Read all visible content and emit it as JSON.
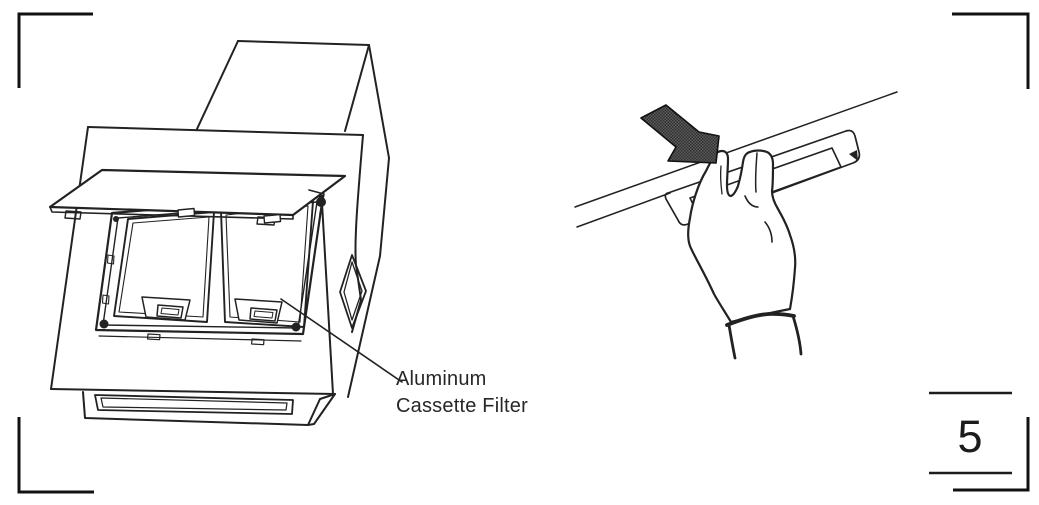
{
  "page": {
    "number": "5",
    "background": "#ffffff",
    "ink_color": "#1f1f1f"
  },
  "figures": {
    "left": {
      "description": "cooker hood with chimney duct, front panel swung open revealing two aluminum cassette filters with pull tabs",
      "label": {
        "line1": "Aluminum",
        "line2": "Cassette Filter"
      }
    },
    "right": {
      "description": "hand reaching into recessed latch on underside of hood to release the cassette filter",
      "arrow_icon": "press-direction-arrow",
      "arrow_fill": "#4a4a4a"
    }
  }
}
